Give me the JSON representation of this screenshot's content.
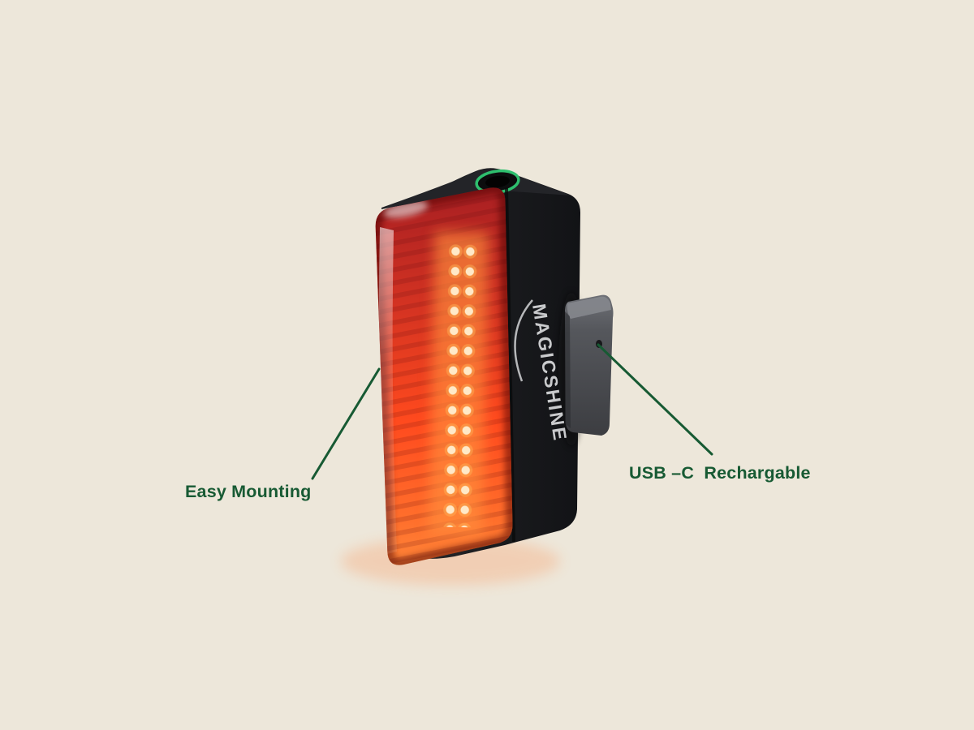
{
  "scene": {
    "background_color": "#EDE7DA",
    "accent_green": "#175A33"
  },
  "product": {
    "kind": "bike tail light",
    "brand": "MAGICSHINE",
    "colors": {
      "body_black": "#1A1B1E",
      "lens_red": "#D23222",
      "glow_orange": "#FF6F2C",
      "led_white": "#FFE9C8",
      "button_green": "#2EBF6E",
      "clip_gray": "#55575C"
    }
  },
  "annotations": {
    "easy_mounting": {
      "label": "Easy Mounting"
    },
    "usb_c": {
      "label": "USB –C  Rechargable"
    }
  }
}
